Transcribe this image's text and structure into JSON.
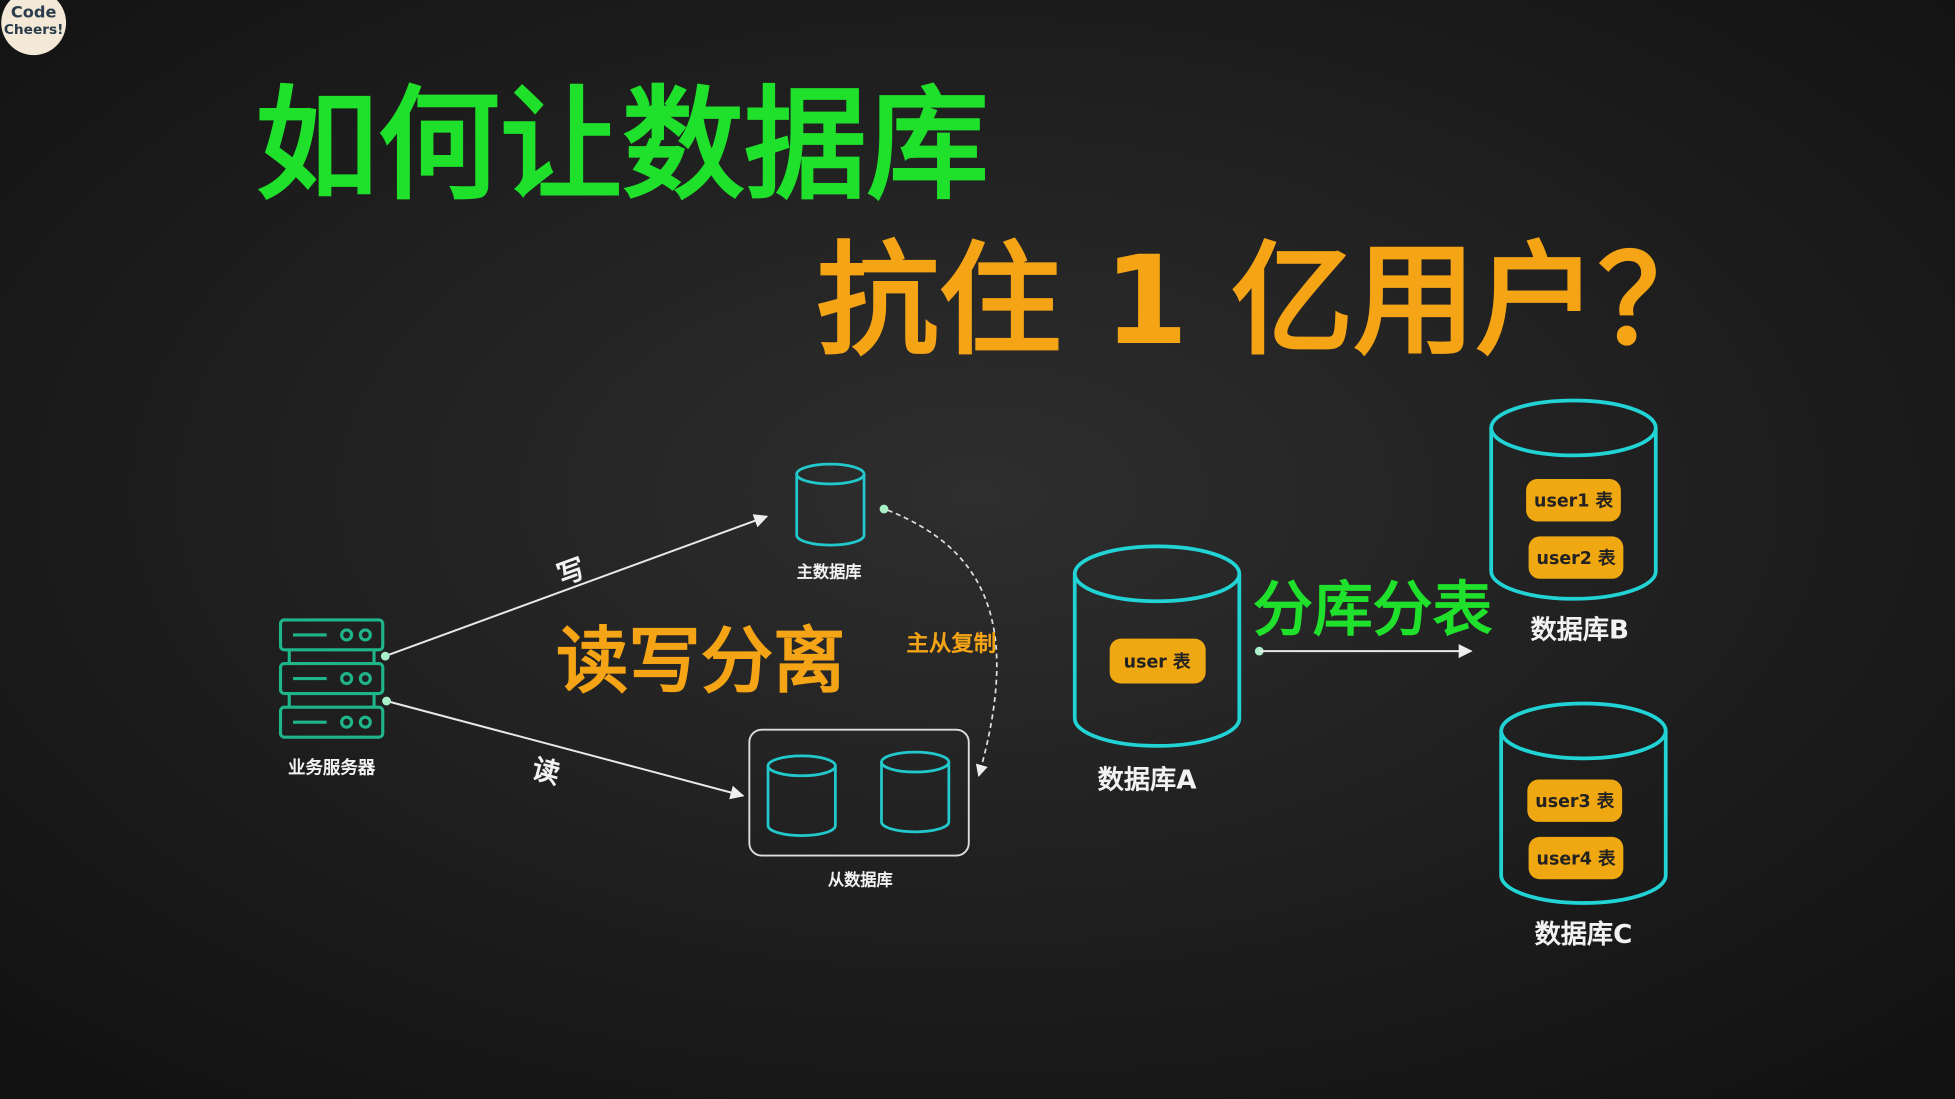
{
  "logo": {
    "text": "Code Cheers!"
  },
  "title": {
    "line1": "如何让数据库",
    "line2": "抗住 1 亿用户？"
  },
  "read_write_split": {
    "heading": "读写分离",
    "server_label": "业务服务器",
    "write_label": "写",
    "read_label": "读",
    "master_label": "主数据库",
    "slave_label": "从数据库",
    "replication_label": "主从复制"
  },
  "sharding": {
    "heading": "分库分表",
    "db_a": {
      "label": "数据库A",
      "tables": [
        "user 表"
      ]
    },
    "db_b": {
      "label": "数据库B",
      "tables": [
        "user1 表",
        "user2 表"
      ]
    },
    "db_c": {
      "label": "数据库C",
      "tables": [
        "user3 表",
        "user4 表"
      ]
    }
  },
  "colors": {
    "green": "#1fe02a",
    "orange": "#f5a416",
    "cyan": "#22c9cc",
    "server": "#1fb58a"
  }
}
